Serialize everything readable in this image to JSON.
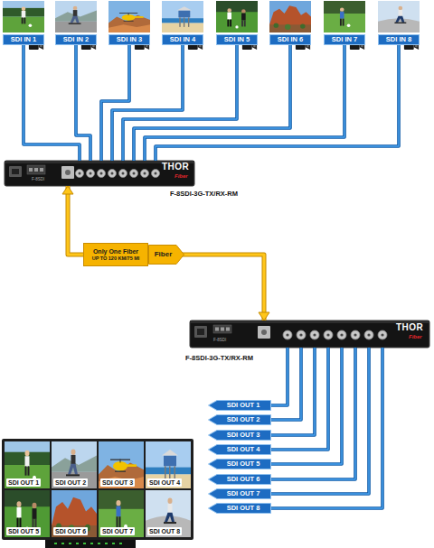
{
  "diagram": {
    "nodes": [
      {
        "text": [
          "SDI IN 1"
        ]
      },
      {
        "text": [
          "SDI IN 2"
        ]
      },
      {
        "text": [
          "SDI IN 3"
        ]
      },
      {
        "text": [
          "SDI IN 4"
        ]
      },
      {
        "text": [
          "SDI IN 5"
        ]
      },
      {
        "text": [
          "SDI IN 6"
        ]
      },
      {
        "text": [
          "SDI IN 7"
        ]
      },
      {
        "text": [
          "SDI IN 8"
        ]
      },
      {
        "text": [
          "THOR",
          "Fiber",
          "F-8SDI",
          "F-8SDI-3G-TX/RX-RM"
        ]
      },
      {
        "text": [
          "Only One Fiber",
          "UP TO 120 KM/75 MI"
        ]
      },
      {
        "text": [
          "Fiber"
        ]
      },
      {
        "text": [
          "THOR",
          "Fiber",
          "F-8SDI",
          "F-8SDI-3G-TX/RX-RM"
        ]
      },
      {
        "text": [
          "SDI OUT 1"
        ]
      },
      {
        "text": [
          "SDI OUT 2"
        ]
      },
      {
        "text": [
          "SDI OUT 3"
        ]
      },
      {
        "text": [
          "SDI OUT 4"
        ]
      },
      {
        "text": [
          "SDI OUT 5"
        ]
      },
      {
        "text": [
          "SDI OUT 6"
        ]
      },
      {
        "text": [
          "SDI OUT 7"
        ]
      },
      {
        "text": [
          "SDI OUT 8"
        ]
      }
    ],
    "edges": [
      {
        "from": 0,
        "to": 8,
        "arrow": "none"
      },
      {
        "from": 1,
        "to": 8,
        "arrow": "none"
      },
      {
        "from": 2,
        "to": 8,
        "arrow": "none"
      },
      {
        "from": 3,
        "to": 8,
        "arrow": "none"
      },
      {
        "from": 4,
        "to": 8,
        "arrow": "none"
      },
      {
        "from": 5,
        "to": 8,
        "arrow": "none"
      },
      {
        "from": 6,
        "to": 8,
        "arrow": "none"
      },
      {
        "from": 7,
        "to": 8,
        "arrow": "none"
      },
      {
        "from": 8,
        "to": 11,
        "arrow": "both"
      },
      {
        "from": 11,
        "to": 12,
        "arrow": "none"
      },
      {
        "from": 11,
        "to": 13,
        "arrow": "none"
      },
      {
        "from": 11,
        "to": 14,
        "arrow": "none"
      },
      {
        "from": 11,
        "to": 15,
        "arrow": "none"
      },
      {
        "from": 11,
        "to": 16,
        "arrow": "none"
      },
      {
        "from": 11,
        "to": 17,
        "arrow": "none"
      },
      {
        "from": 11,
        "to": 18,
        "arrow": "none"
      },
      {
        "from": 11,
        "to": 19,
        "arrow": "none"
      }
    ],
    "labels": [
      "SDI OUT 1",
      "SDI OUT 2",
      "SDI OUT 3",
      "SDI OUT 4",
      "SDI OUT 5",
      "SDI OUT 6",
      "SDI OUT 7",
      "SDI OUT 8"
    ]
  }
}
